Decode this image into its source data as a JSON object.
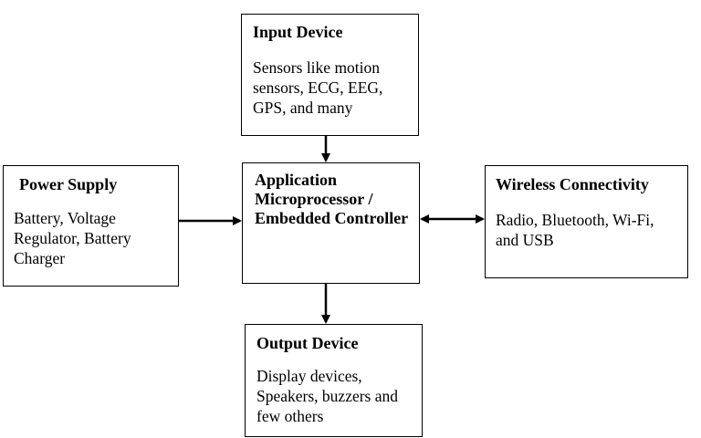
{
  "input_device": {
    "title": "Input Device",
    "description": "Sensors like motion sensors, ECG, EEG, GPS, and many"
  },
  "power_supply": {
    "title": "Power Supply",
    "description": "Battery, Voltage Regulator, Battery Charger"
  },
  "application_processor": {
    "title": "Application Microprocessor / Embedded Controller"
  },
  "wireless_connectivity": {
    "title": "Wireless Connectivity",
    "description": "Radio, Bluetooth, Wi-Fi, and USB"
  },
  "output_device": {
    "title": "Output Device",
    "description": "Display devices, Speakers, buzzers and few others"
  },
  "colors": {
    "line": "#000000",
    "background": "#ffffff"
  }
}
